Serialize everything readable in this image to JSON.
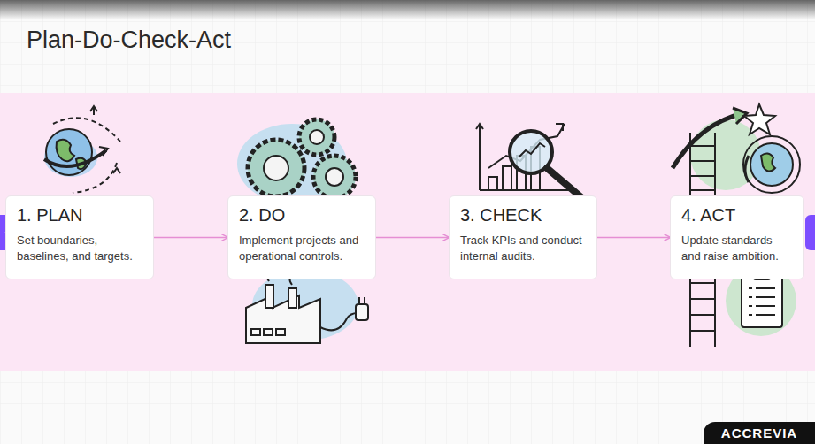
{
  "diagram": {
    "title": "Plan-Do-Check-Act",
    "nodes": [
      {
        "text": [
          "1. PLAN",
          "Set boundaries, baselines, and targets."
        ]
      },
      {
        "text": [
          "2. DO",
          "Implement projects and operational controls."
        ]
      },
      {
        "text": [
          "3. CHECK",
          "Track KPIs and conduct internal audits."
        ]
      },
      {
        "text": [
          "4. ACT",
          "Update standards and raise ambition."
        ]
      }
    ],
    "edges": [
      {
        "from": 0,
        "to": 1,
        "arrow": "to"
      },
      {
        "from": 1,
        "to": 2,
        "arrow": "to"
      },
      {
        "from": 2,
        "to": 3,
        "arrow": "to"
      }
    ],
    "labels": [
      "ACCREVIA"
    ]
  }
}
